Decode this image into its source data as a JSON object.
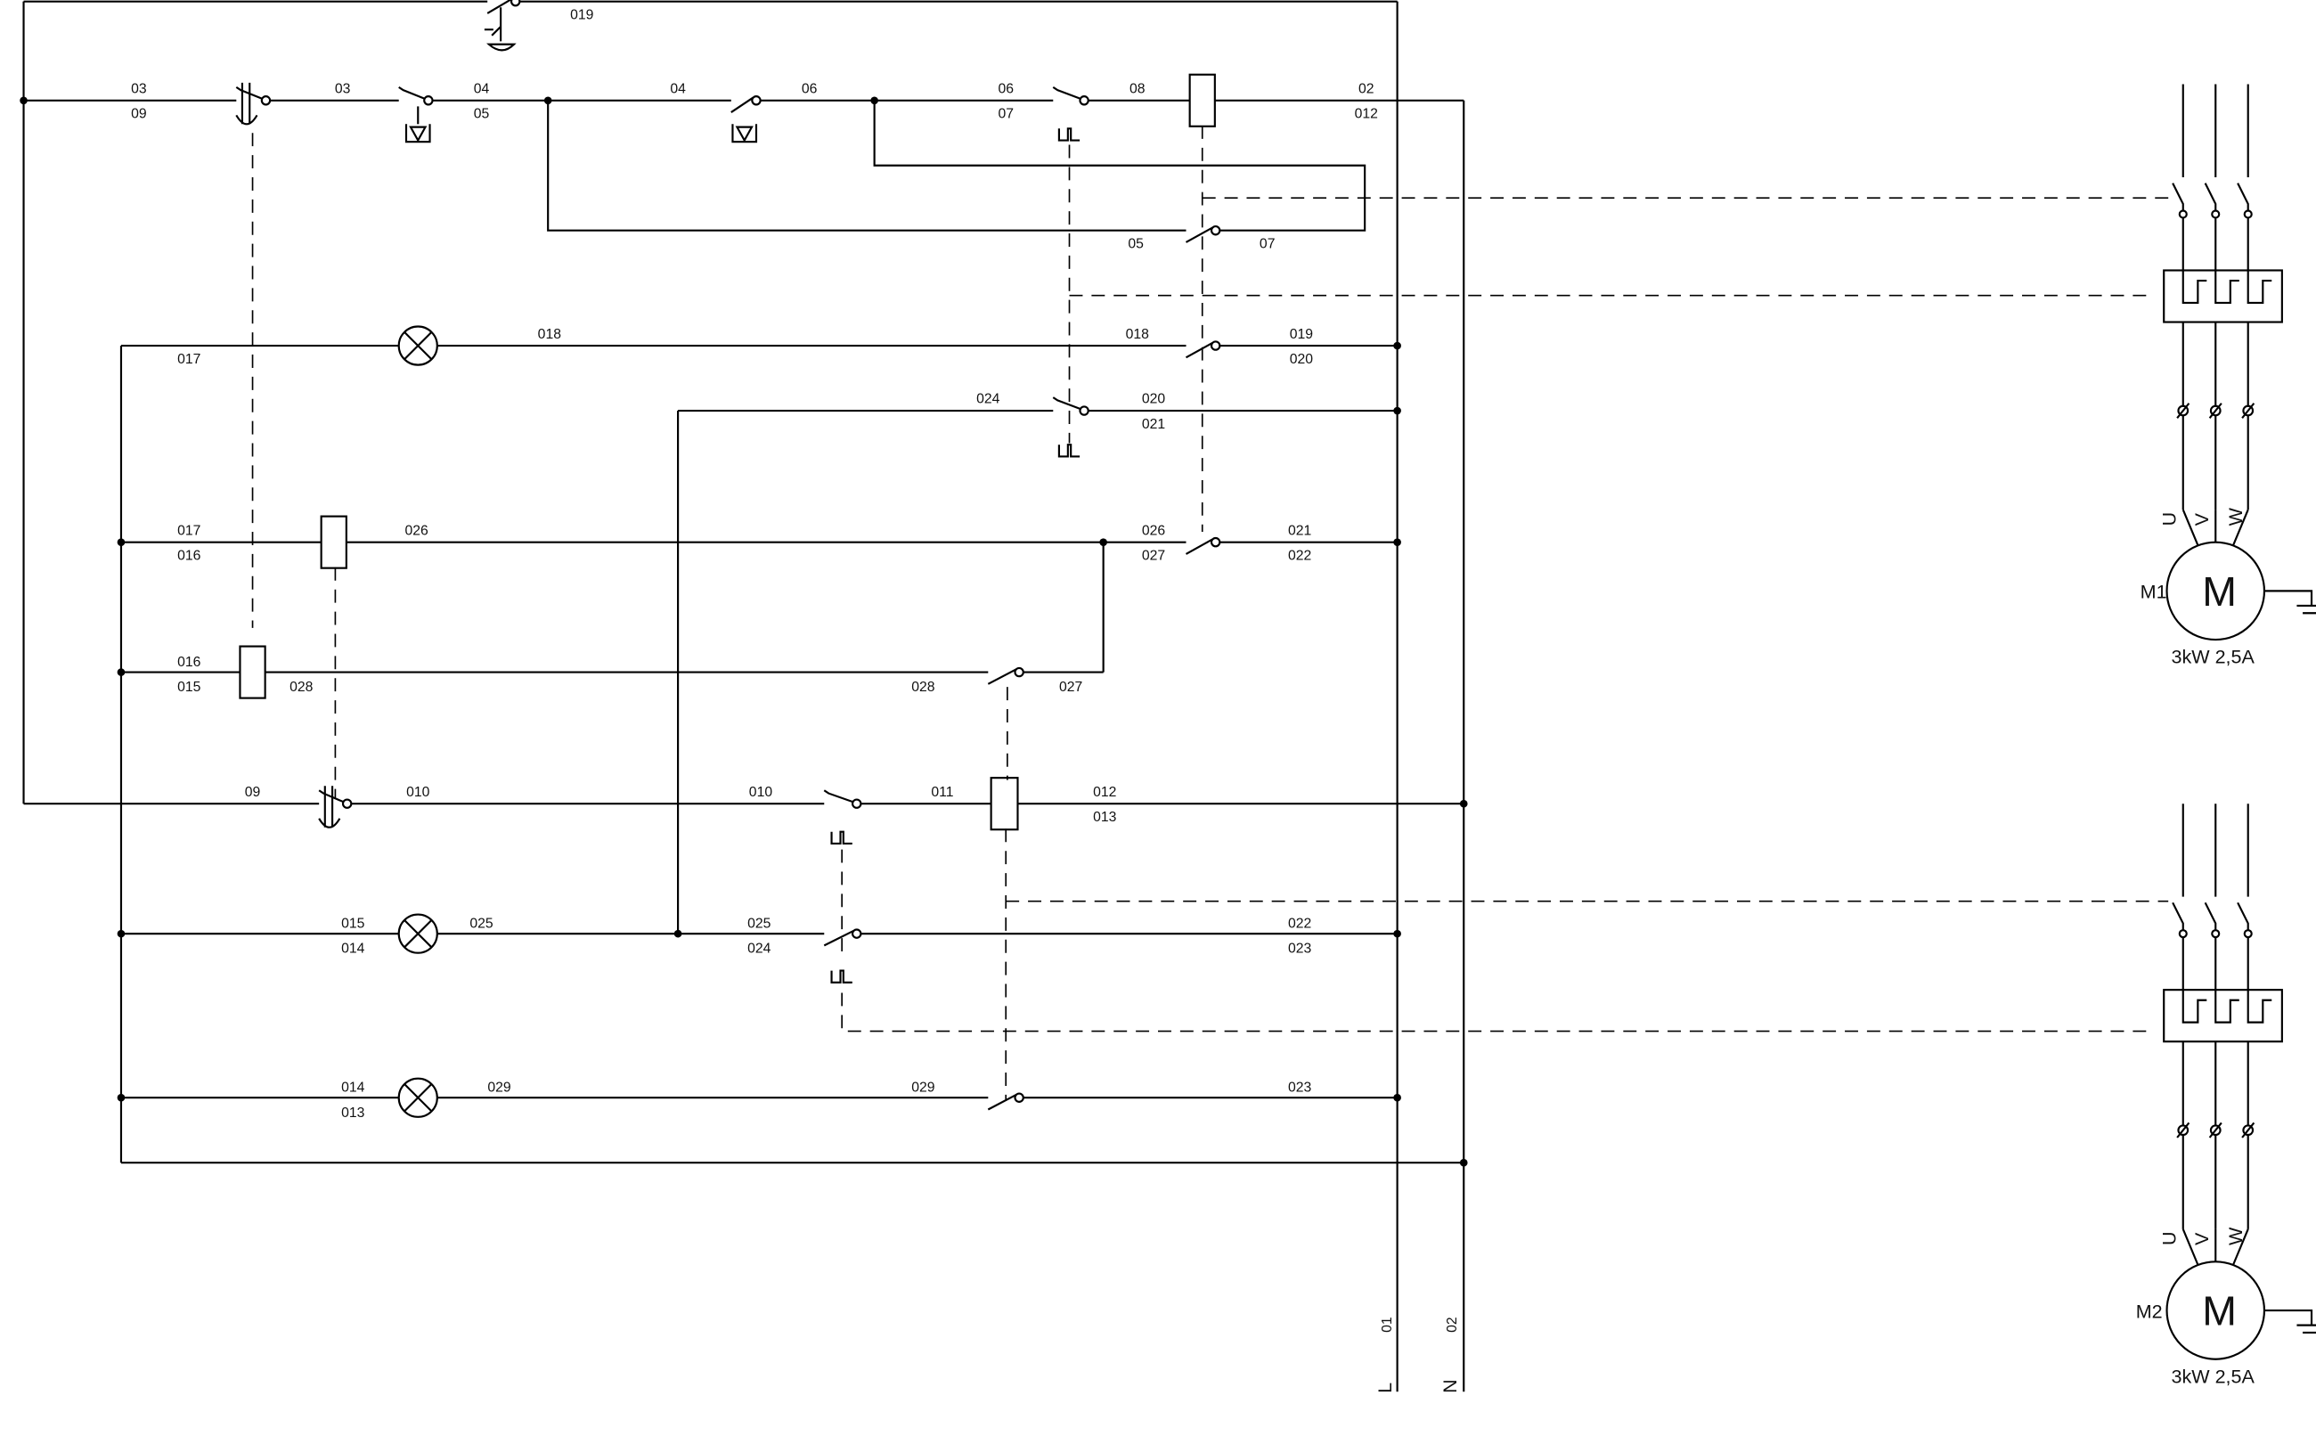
{
  "diagram": {
    "wire_labels": [
      "019",
      "03",
      "09",
      "03",
      "04",
      "05",
      "04",
      "06",
      "06",
      "07",
      "08",
      "02",
      "012",
      "05",
      "07",
      "018",
      "017",
      "018",
      "019",
      "020",
      "024",
      "020",
      "021",
      "017",
      "016",
      "026",
      "026",
      "027",
      "021",
      "022",
      "016",
      "015",
      "028",
      "028",
      "027",
      "09",
      "010",
      "010",
      "011",
      "012",
      "013",
      "015",
      "014",
      "025",
      "025",
      "024",
      "022",
      "023",
      "014",
      "013",
      "029",
      "029",
      "023"
    ],
    "bus": {
      "line_label": "L",
      "line_number": "01",
      "neutral_label": "N",
      "neutral_number": "02"
    },
    "motors": [
      {
        "name": "M1",
        "symbol": "M",
        "rating": "3kW 2,5A",
        "phases": [
          "U",
          "V",
          "W"
        ]
      },
      {
        "name": "M2",
        "symbol": "M",
        "rating": "3kW 2,5A",
        "phases": [
          "U",
          "V",
          "W"
        ]
      }
    ],
    "colors": {
      "line": "#000000",
      "background": "#ffffff"
    }
  }
}
